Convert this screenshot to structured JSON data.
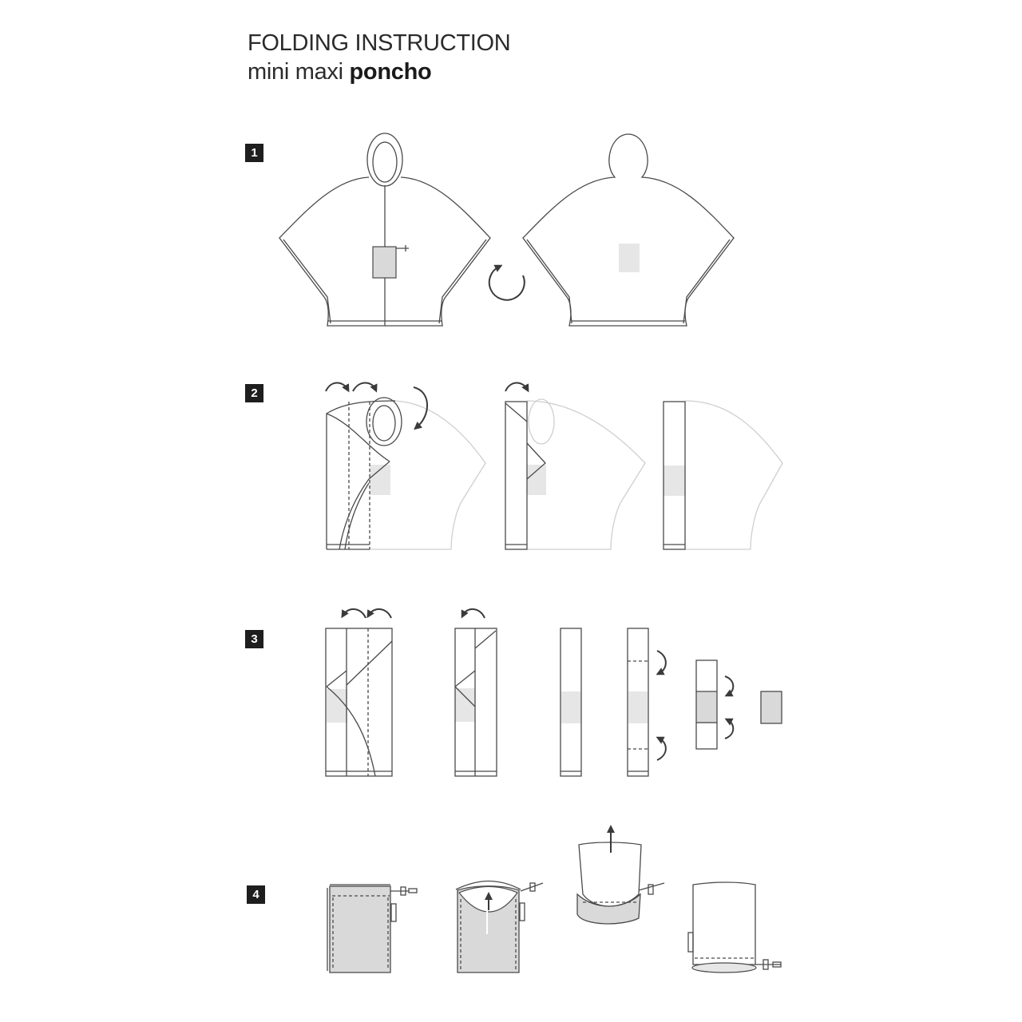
{
  "header": {
    "title_line1": "FOLDING INSTRUCTION",
    "title_line2_regular": "mini maxi ",
    "title_line2_bold": "poncho"
  },
  "steps": [
    {
      "number": "1",
      "description": "Poncho laid flat, front view with pocket bag; rotate to back view"
    },
    {
      "number": "2",
      "description": "Fold sides inward along dashed lines into vertical strip"
    },
    {
      "number": "3",
      "description": "Fold strip over, then fold top and bottom toward pocket to form small rectangle"
    },
    {
      "number": "4",
      "description": "Turn pocket bag inside out over folded poncho and close drawstring"
    }
  ],
  "colors": {
    "background": "#ffffff",
    "line": "#4a4a4a",
    "faded_line": "#cfcfcf",
    "pocket_fill": "#d9d9d9",
    "badge": "#1e1e1e"
  }
}
